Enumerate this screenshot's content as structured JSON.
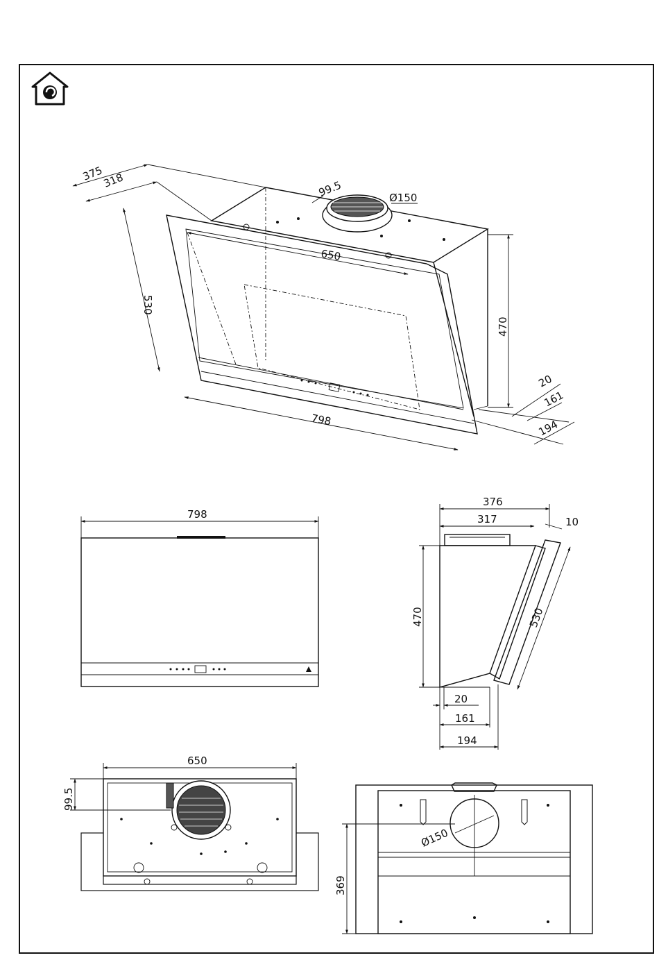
{
  "icon": "house-installation-icon",
  "iso_view": {
    "width_total": "375",
    "width_body": "318",
    "outlet_offset": "99.5",
    "outlet_diameter": "Ø150",
    "panel_width": "650",
    "glass_height": "530",
    "body_height": "470",
    "bottom_gap": "20",
    "depth_inner": "161",
    "depth_total": "194",
    "total_width": "798"
  },
  "front_view": {
    "width": "798"
  },
  "side_view": {
    "depth_total": "376",
    "depth_body": "317",
    "glass_thickness": "10",
    "height": "470",
    "glass_length": "530",
    "gap": "20",
    "depth_inner": "161",
    "depth_bottom": "194"
  },
  "top_view": {
    "width": "650",
    "outlet_offset": "99.5"
  },
  "rear_view": {
    "outlet_diameter": "Ø150",
    "height": "369"
  }
}
